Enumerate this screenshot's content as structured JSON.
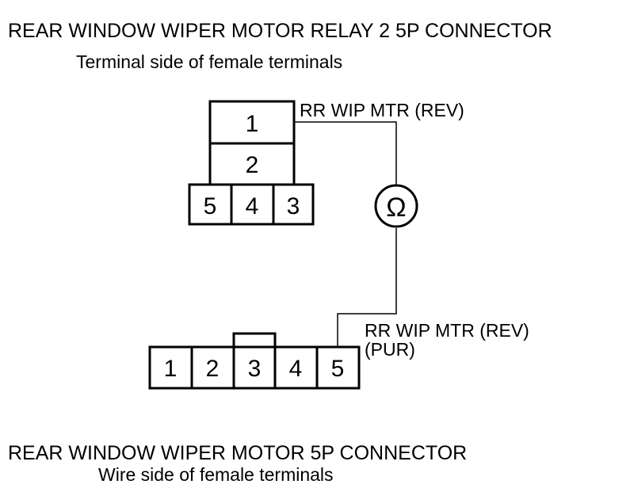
{
  "relay": {
    "title": "REAR WINDOW WIPER MOTOR RELAY 2 5P CONNECTOR",
    "subtitle": "Terminal side of female terminals",
    "terminals": [
      "1",
      "2",
      "5",
      "4",
      "3"
    ],
    "wire_label": "RR WIP MTR (REV)"
  },
  "meter": {
    "symbol": "Ω",
    "icon": "ohmmeter-icon"
  },
  "motor": {
    "title": "REAR WINDOW WIPER MOTOR 5P CONNECTOR",
    "subtitle": "Wire side of female terminals",
    "terminals": [
      "1",
      "2",
      "3",
      "4",
      "5"
    ],
    "wire_label": "RR WIP MTR (REV)",
    "wire_color": "(PUR)"
  }
}
